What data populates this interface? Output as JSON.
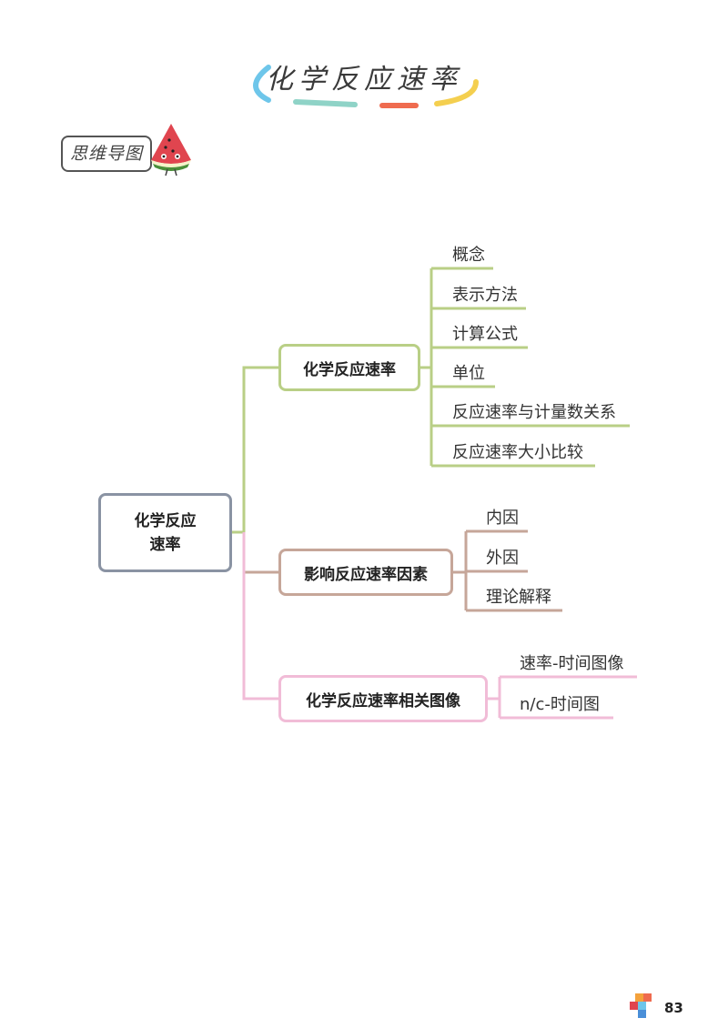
{
  "page": {
    "title": "化学反应速率",
    "section_label": "思维导图",
    "page_number": "83"
  },
  "diagram": {
    "root": "化学反应\n速率",
    "branches": [
      {
        "label": "化学反应速率",
        "color": "#b9cf86",
        "children": [
          "概念",
          "表示方法",
          "计算公式",
          "单位",
          "反应速率与计量数关系",
          "反应速率大小比较"
        ]
      },
      {
        "label": "影响反应速率因素",
        "color": "#c6a699",
        "children": [
          "内因",
          "外因",
          "理论解释"
        ]
      },
      {
        "label": "化学反应速率相关图像",
        "color": "#f1bcd7",
        "children": [
          "速率-时间图像",
          "n/c-时间图"
        ]
      }
    ]
  },
  "colors": {
    "root_border": "#8a93a3",
    "title_arc_blue": "#6ec6ea",
    "title_arc_teal": "#8fd3c7",
    "title_arc_red": "#ef6b4f",
    "title_arc_yellow": "#f4cf4f"
  },
  "icons": {
    "mascot": "watermelon-mascot-icon",
    "brand": "brand-logo-icon"
  }
}
